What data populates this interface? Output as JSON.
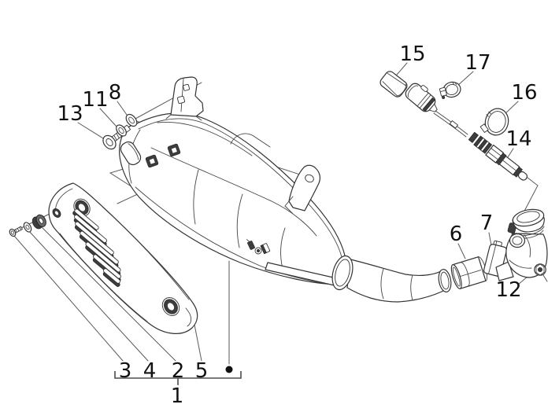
{
  "diagram": {
    "type": "exploded-parts-diagram",
    "subject": "scooter-exhaust-muffler-assembly",
    "background": "#ffffff",
    "line_color": "#333333",
    "label_color": "#111111",
    "assembly_marker": "●",
    "group_bracket": {
      "label": "1",
      "members": [
        "3",
        "4",
        "2",
        "5",
        "assembly-dot"
      ]
    },
    "callouts": [
      {
        "label": "1",
        "part": "silencer-complete-assembly"
      },
      {
        "label": "2",
        "part": "spacer-grommet"
      },
      {
        "label": "3",
        "part": "screw"
      },
      {
        "label": "4",
        "part": "washer"
      },
      {
        "label": "5",
        "part": "heat-shield-cover"
      },
      {
        "label": "6",
        "part": "exhaust-gasket-sleeve"
      },
      {
        "label": "7",
        "part": "pipe-clamp"
      },
      {
        "label": "8",
        "part": "plain-washer"
      },
      {
        "label": "11",
        "part": "spring-washer"
      },
      {
        "label": "12",
        "part": "flanged-nut"
      },
      {
        "label": "13",
        "part": "hex-bolt"
      },
      {
        "label": "14",
        "part": "lambda-sensor"
      },
      {
        "label": "15",
        "part": "connector-cover"
      },
      {
        "label": "16",
        "part": "clamp-ring"
      },
      {
        "label": "17",
        "part": "cable-clamp"
      }
    ]
  }
}
